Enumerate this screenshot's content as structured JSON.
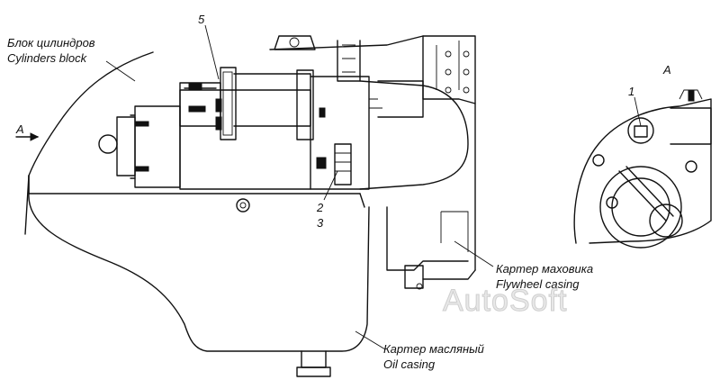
{
  "labels": {
    "cylinders_block_ru": "Блок цилиндров",
    "cylinders_block_en": "Cylinders block",
    "flywheel_casing_ru": "Картер маховика",
    "flywheel_casing_en": "Flywheel casing",
    "oil_casing_ru": "Картер масляный",
    "oil_casing_en": "Oil casing",
    "view_arrow": "A",
    "view_title": "A"
  },
  "callouts": {
    "n1": "1",
    "n2": "2",
    "n3": "3",
    "n5": "5"
  },
  "watermark": "AutoSoft"
}
